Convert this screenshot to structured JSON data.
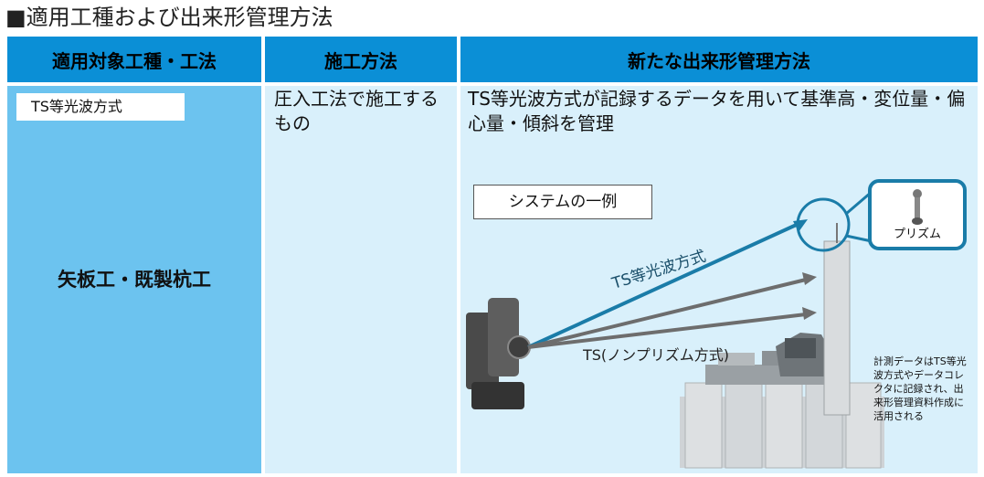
{
  "title": "■適用工種および出来形管理方法",
  "headers": {
    "col1": "適用対象工種・工法",
    "col2": "施工方法",
    "col3": "新たな出来形管理方法"
  },
  "row": {
    "method_name": "TS等光波方式",
    "work_type": "矢板工・既製杭工",
    "construction_method": "圧入工法で施工するもの",
    "new_method": "TS等光波方式が記録するデータを用いて基準高・変位量・偏心量・傾斜を管理"
  },
  "diagram": {
    "system_label": "システムの一例",
    "prism_label": "プリズム",
    "ts_light_label": "TS等光波方式",
    "ts_nonprism_label": "TS(ノンプリズム方式)",
    "note": "計測データはTS等光波方式やデータコレクタに記録され、出来形管理資料作成に活用される"
  },
  "colors": {
    "header_bg": "#0b8fd6",
    "col1_bg": "#6cc3ef",
    "cell_bg": "#d9f0fb",
    "arrow_teal": "#1a7ca8",
    "arrow_gray": "#6d6d6d"
  }
}
